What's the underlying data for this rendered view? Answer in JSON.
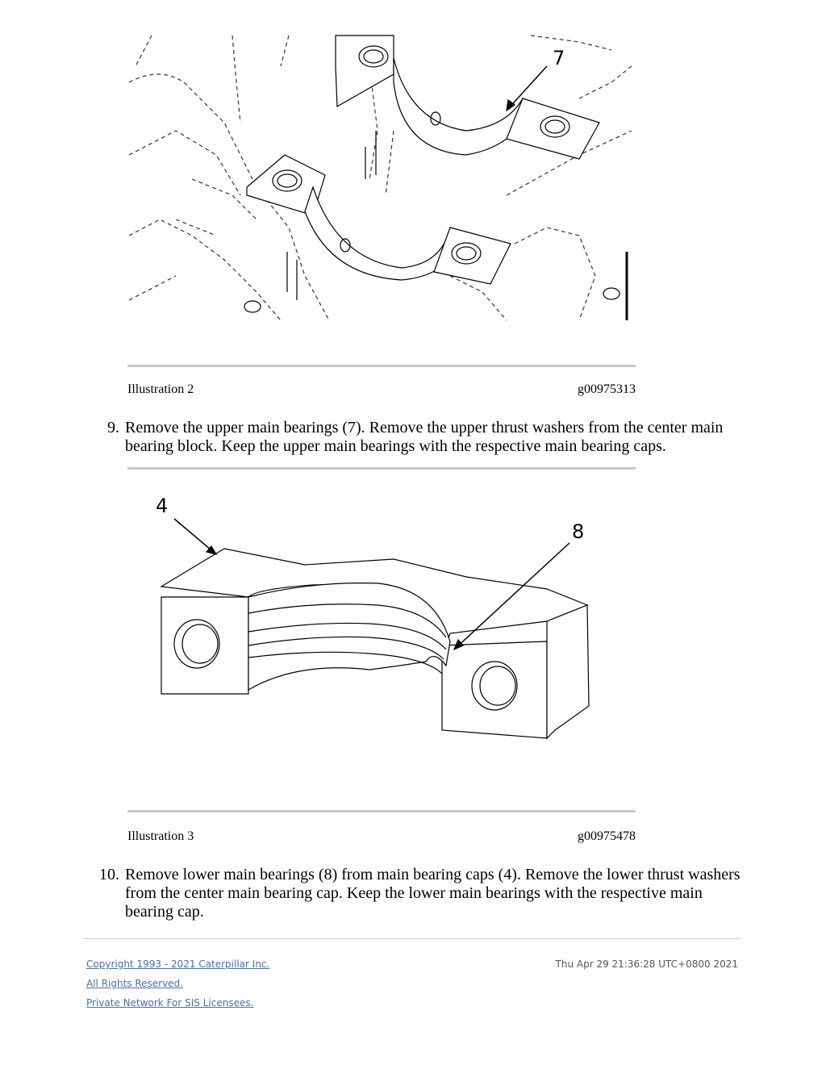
{
  "illustrations": [
    {
      "caption_label": "Illustration 2",
      "caption_id": "g00975313",
      "callouts": [
        "7"
      ]
    },
    {
      "caption_label": "Illustration 3",
      "caption_id": "g00975478",
      "callouts": [
        "4",
        "8"
      ]
    }
  ],
  "steps": [
    {
      "number": "9.",
      "text": "Remove the upper main bearings (7). Remove the upper thrust washers from the center main bearing block. Keep the upper main bearings with the respective main bearing caps."
    },
    {
      "number": "10.",
      "text": "Remove lower main bearings (8) from main bearing caps (4). Remove the lower thrust washers from the center main bearing cap. Keep the lower main bearings with the respective main bearing cap."
    }
  ],
  "footer": {
    "copyright": "Copyright 1993 - 2021 Caterpillar Inc.",
    "rights": "All Rights Reserved.",
    "network": "Private Network For SIS Licensees.",
    "timestamp": "Thu Apr 29 21:36:28 UTC+0800 2021"
  }
}
